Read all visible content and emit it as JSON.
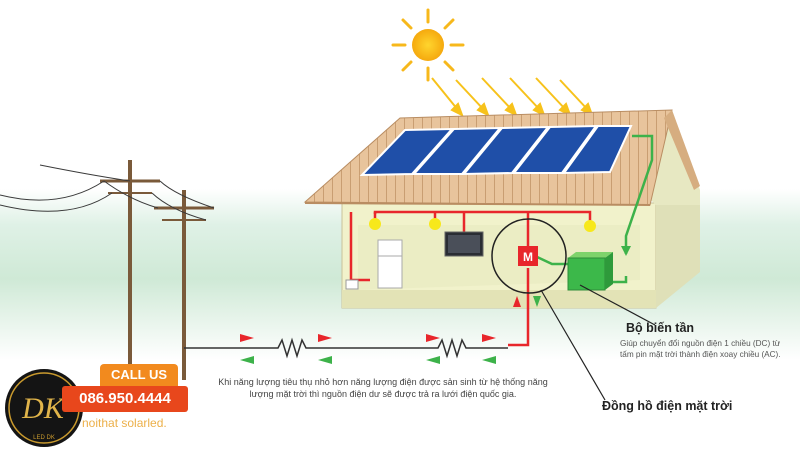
{
  "inverter": {
    "title": "Bộ biến tần",
    "description": "Giúp chuyển đổi nguồn điện 1 chiều (DC) từ tấm pin mặt trời thành điện xoay chiều (AC)."
  },
  "meter": {
    "title": "Đồng hồ điện mặt trời",
    "symbol": "M"
  },
  "note": "Khi năng lượng tiêu thụ nhỏ hơn năng lượng điện được sản sinh từ hệ thống năng lượng mặt trời thì nguồn điện dư sẽ được trả ra lưới điện quốc gia.",
  "contact": {
    "call_label": "CALL US",
    "phone": "086.950.4444",
    "brand": "noithat solarled."
  },
  "logo": {
    "initials": "DK",
    "sub": "LED DK"
  },
  "colors": {
    "wire_red": "#e8262b",
    "wire_green": "#3db24a",
    "panel_blue": "#1f4fa8",
    "roof": "#e8c49c",
    "wall": "#f1f2cb",
    "inverter": "#3cb84a",
    "sun": "#f7c21b",
    "accent_orange": "#f28a1e"
  }
}
